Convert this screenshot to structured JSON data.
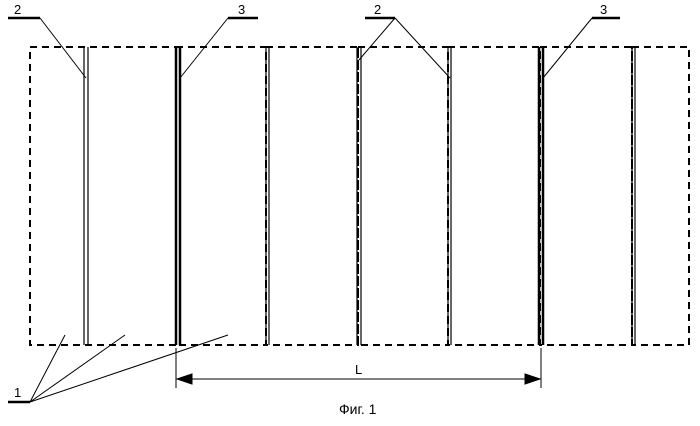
{
  "figure": {
    "caption": "Фиг. 1",
    "dimension_label": "L",
    "labels": {
      "panel": "1",
      "thin_strip": "2",
      "thick_strip": "3"
    }
  },
  "colors": {
    "line": "#000000",
    "background": "#ffffff"
  }
}
